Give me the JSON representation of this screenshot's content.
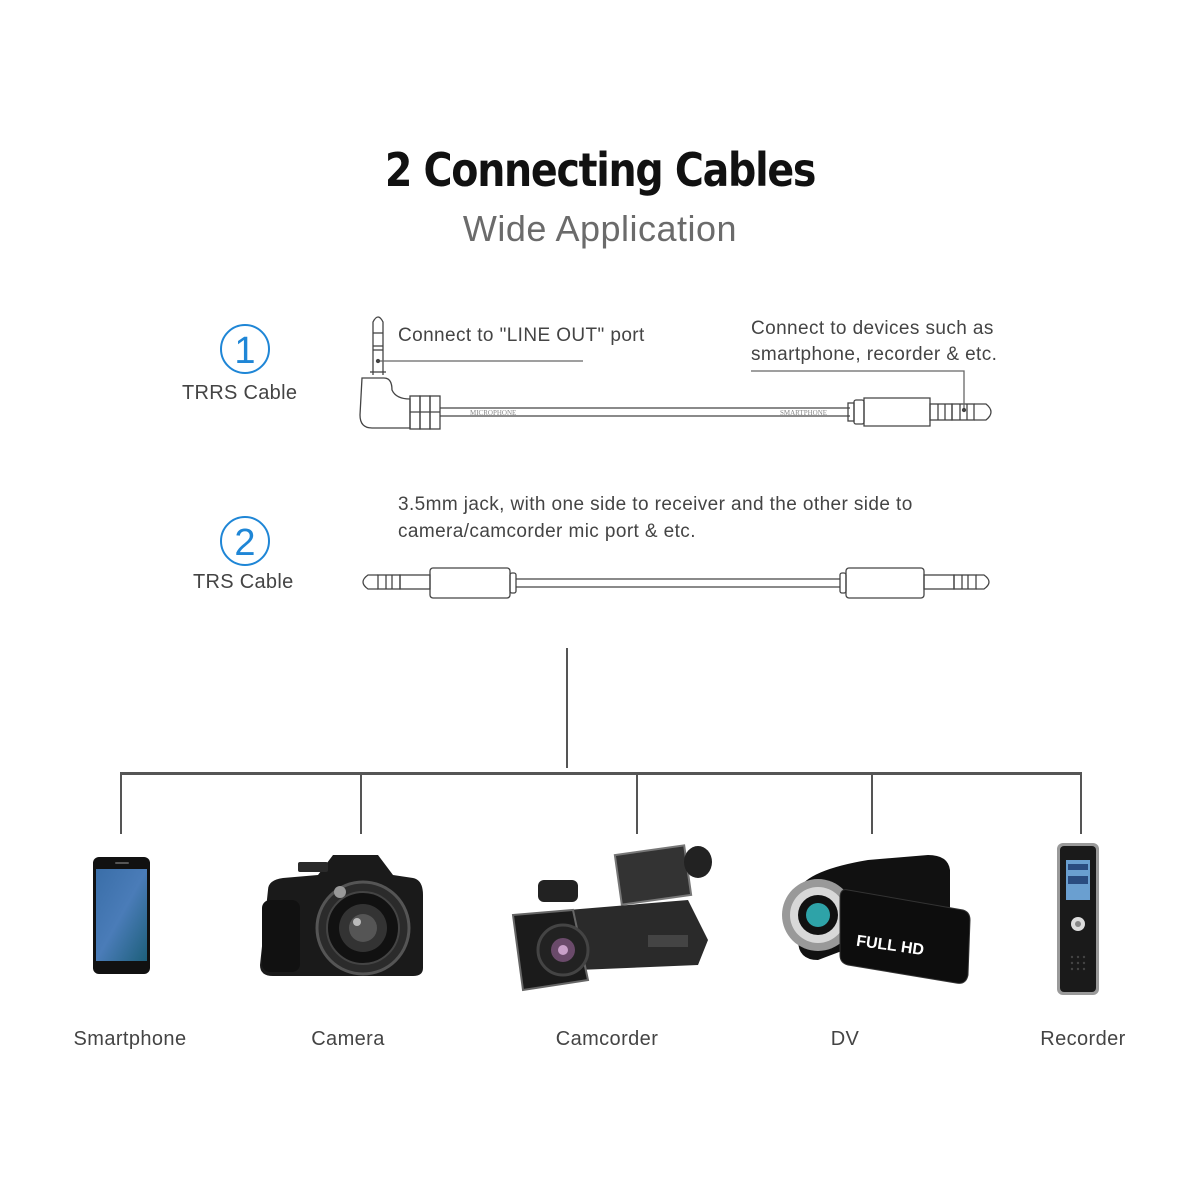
{
  "header": {
    "title": "2 Connecting Cables",
    "subtitle": "Wide Application"
  },
  "cables": [
    {
      "number": "①",
      "number_digit": "1",
      "name": "TRRS Cable",
      "notes": {
        "left": "Connect to \"LINE OUT\" port",
        "right_line1": "Connect to devices such as",
        "right_line2": "smartphone, recorder & etc."
      },
      "printed_labels": {
        "left": "MICROPHONE",
        "right": "SMARTPHONE"
      }
    },
    {
      "number": "②",
      "number_digit": "2",
      "name": "TRS Cable",
      "notes": {
        "line1": "3.5mm jack, with one side to receiver and the other side to",
        "line2": "camera/camcorder mic port & etc."
      }
    }
  ],
  "devices": [
    {
      "label": "Smartphone",
      "icon": "smartphone-icon"
    },
    {
      "label": "Camera",
      "icon": "dslr-camera-icon"
    },
    {
      "label": "Camcorder",
      "icon": "camcorder-icon"
    },
    {
      "label": "DV",
      "icon": "dv-camera-icon",
      "badge": "FULL HD"
    },
    {
      "label": "Recorder",
      "icon": "voice-recorder-icon"
    }
  ],
  "colors": {
    "accent": "#1f86d6",
    "text": "#444444",
    "title": "#111111",
    "subtitle": "#6b6b6b",
    "lines": "#555555"
  }
}
